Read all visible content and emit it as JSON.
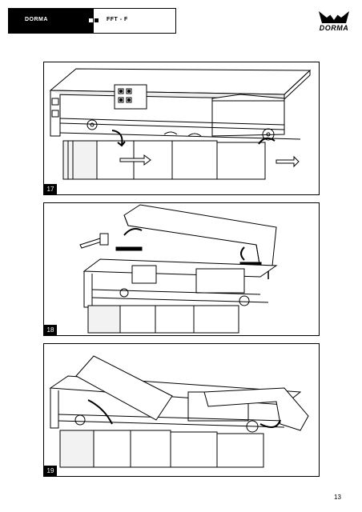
{
  "header": {
    "brand": "DORMA",
    "model": "FFT - F",
    "logo_text": "DORMA"
  },
  "steps": [
    {
      "number": "17"
    },
    {
      "number": "18"
    },
    {
      "number": "19"
    }
  ],
  "page_number": "13",
  "icons": [
    "dorma-crown-logo",
    "rotate-arrow-icon",
    "push-arrow-icon"
  ],
  "colors": {
    "ink": "#000000",
    "paper": "#ffffff",
    "shade": "#d8d8d8"
  }
}
